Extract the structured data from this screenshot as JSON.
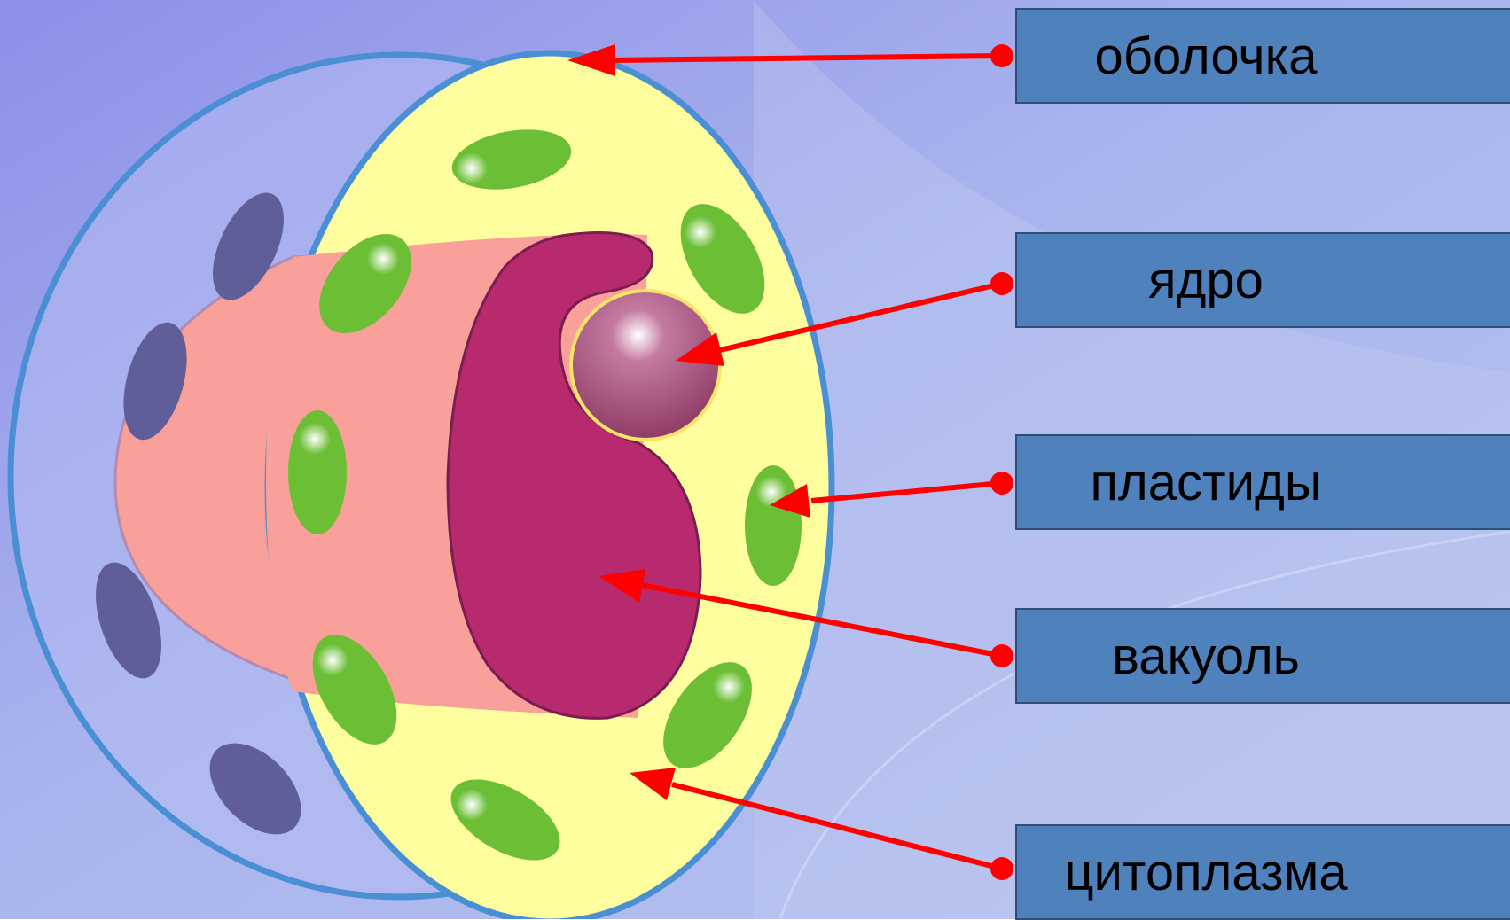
{
  "labels": {
    "membrane": "оболочка",
    "nucleus": "ядро",
    "plastids": "пластиды",
    "vacuole": "вакуоль",
    "cytoplasm": "цитоплазма"
  },
  "colors": {
    "background": "#9b9fe6",
    "label_box": "#4f81bd",
    "arrow": "#ff0000",
    "cytoplasm": "#fefe9f",
    "membrane": "#4a8fd4",
    "plastid": "#6cbf35",
    "vacuole": "#b82a6e",
    "nucleus": "#9c4670",
    "inner_tissue": "#f8a099",
    "outer_spots": "#5f5e98"
  }
}
